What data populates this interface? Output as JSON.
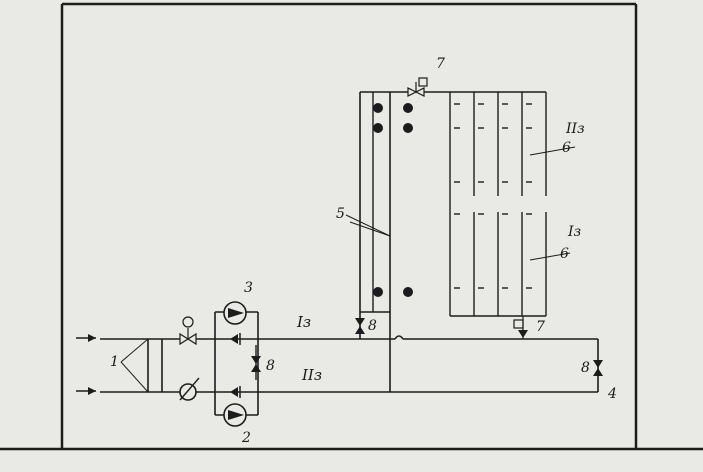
{
  "labels": {
    "supply_line": "Iз",
    "return_line": "IIз",
    "upper_zone": "IIз",
    "lower_zone": "Iз",
    "n1": "1",
    "n2": "2",
    "n3": "3",
    "n4": "4",
    "n5": "5",
    "n6_upper": "6",
    "n6_lower": "6",
    "n7_top": "7",
    "n7_bottom": "7",
    "n8_bypass": "8",
    "n8_riser": "8",
    "n8_right": "8"
  },
  "colors": {
    "paper": "#e9e9e5",
    "ink": "#1c1c1c"
  }
}
